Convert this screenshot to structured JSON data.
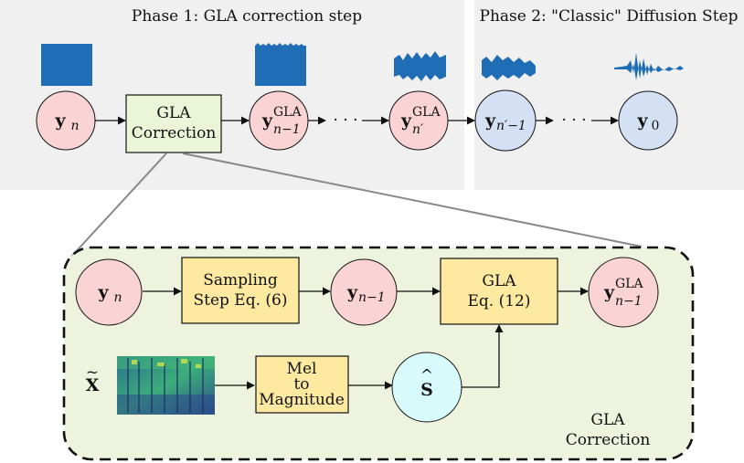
{
  "phase1": {
    "title": "Phase 1: GLA correction step"
  },
  "phase2": {
    "title": "Phase 2: \"Classic\" Diffusion Step"
  },
  "top_row": {
    "y_n": "y",
    "y_n_sub": "n",
    "gla_box_line1": "GLA",
    "gla_box_line2": "Correction",
    "y_nm1": "y",
    "y_nm1_sup": "GLA",
    "y_nm1_sub": "n−1",
    "dots1": "· · ·",
    "y_np": "y",
    "y_np_sup": "GLA",
    "y_np_sub": "n′",
    "y_npm1": "y",
    "y_npm1_sub": "n′−1",
    "dots2": "· · ·",
    "y_0": "y",
    "y_0_sub": "0"
  },
  "detail": {
    "y_n": "y",
    "y_n_sub": "n",
    "sampling_line1": "Sampling",
    "sampling_line2": "Step Eq. (6)",
    "y_nm1": "y",
    "y_nm1_sub": "n−1",
    "gla_line1": "GLA",
    "gla_line2": "Eq. (12)",
    "y_out": "y",
    "y_out_sup": "GLA",
    "y_out_sub": "n−1",
    "x_tilde": "X",
    "mel_line1": "Mel",
    "mel_line2": "to",
    "mel_line3": "Magnitude",
    "s_hat": "S",
    "caption_line1": "GLA",
    "caption_line2": "Correction"
  },
  "colors": {
    "phase_bg": "#f0f0f0",
    "pink": "#fad4d4",
    "blue": "#d4e1f5",
    "cyan": "#d8fafa",
    "box_green": "#ebf5d8",
    "box_yellow": "#fde9a0",
    "detail_bg": "#eef3de",
    "waveform": "#1f6db5"
  }
}
